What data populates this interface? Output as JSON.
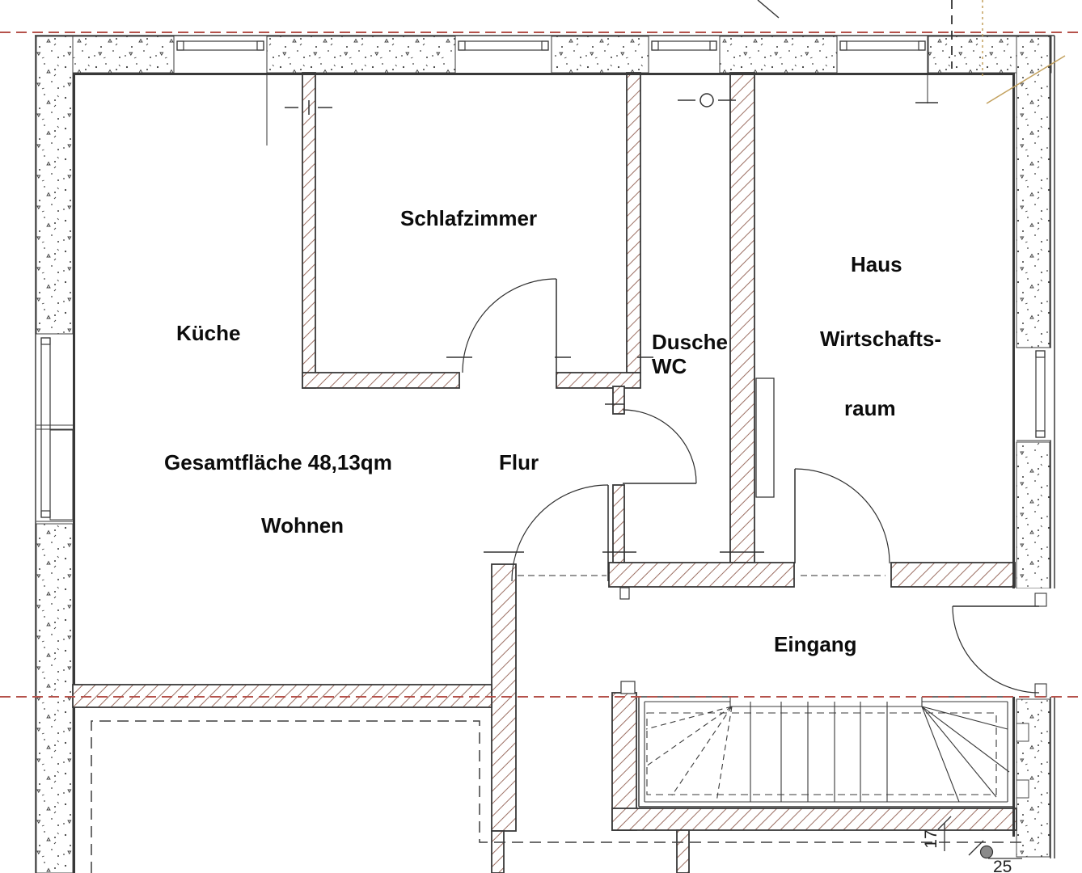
{
  "drawing": {
    "type": "architectural floor plan",
    "rooms": {
      "schlafzimmer": "Schlafzimmer",
      "kueche": "Küche",
      "haus_line1": "Haus",
      "haus_line2": "Wirtschafts-",
      "haus_line3": "raum",
      "dusche_line1": "Dusche",
      "dusche_line2": "WC",
      "flur": "Flur",
      "wohnen": "Wohnen",
      "eingang": "Eingang"
    },
    "annotations": {
      "total_area": "Gesamtfläche 48,13qm",
      "dim_17": "17",
      "dim_25": "25"
    },
    "colors": {
      "wall_hatch": "#9c6f63",
      "section_cut_line": "#b5524b",
      "reference_tan": "#c3a15e",
      "drawing_line": "#3a3a3a",
      "text": "#0c0c0c",
      "column_symbol_gray": "#8a8a8a"
    }
  }
}
